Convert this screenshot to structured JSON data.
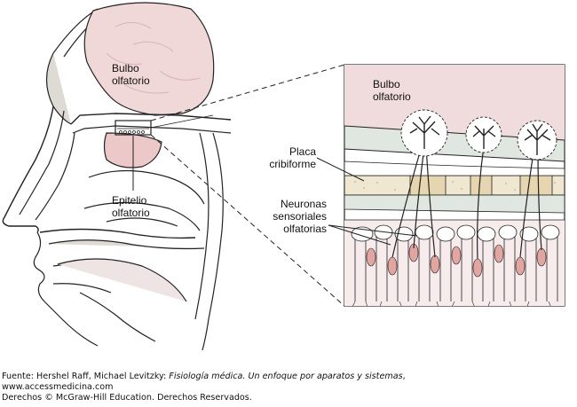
{
  "labels": {
    "bulbo_left_1": "Bulbo",
    "bulbo_left_2": "olfatorio",
    "epitelio_1": "Epitelio",
    "epitelio_2": "olfatorio",
    "bulbo_right_1": "Bulbo",
    "bulbo_right_2": "olfatorio",
    "placa_1": "Placa",
    "placa_2": "cribiforme",
    "neuronas_1": "Neuronas",
    "neuronas_2": "sensoriales",
    "neuronas_3": "olfatorias"
  },
  "caption": {
    "source_prefix": "Fuente: Hershel Raff, Michael Levitzky: ",
    "book_title": "Fisiología médica. Un enfoque por aparatos y sistemas",
    "source_suffix": ",",
    "url": "www.accessmedicina.com",
    "copyright": "Derechos © McGraw-Hill Education. Derechos Reservados."
  },
  "colors": {
    "brain": "#f1d8d8",
    "epithelium": "#ecc8c8",
    "bone": "#d9d5cf",
    "plate": "#f1e9d2",
    "cell_nucleus": "#e3a5a0",
    "line": "#222222"
  }
}
